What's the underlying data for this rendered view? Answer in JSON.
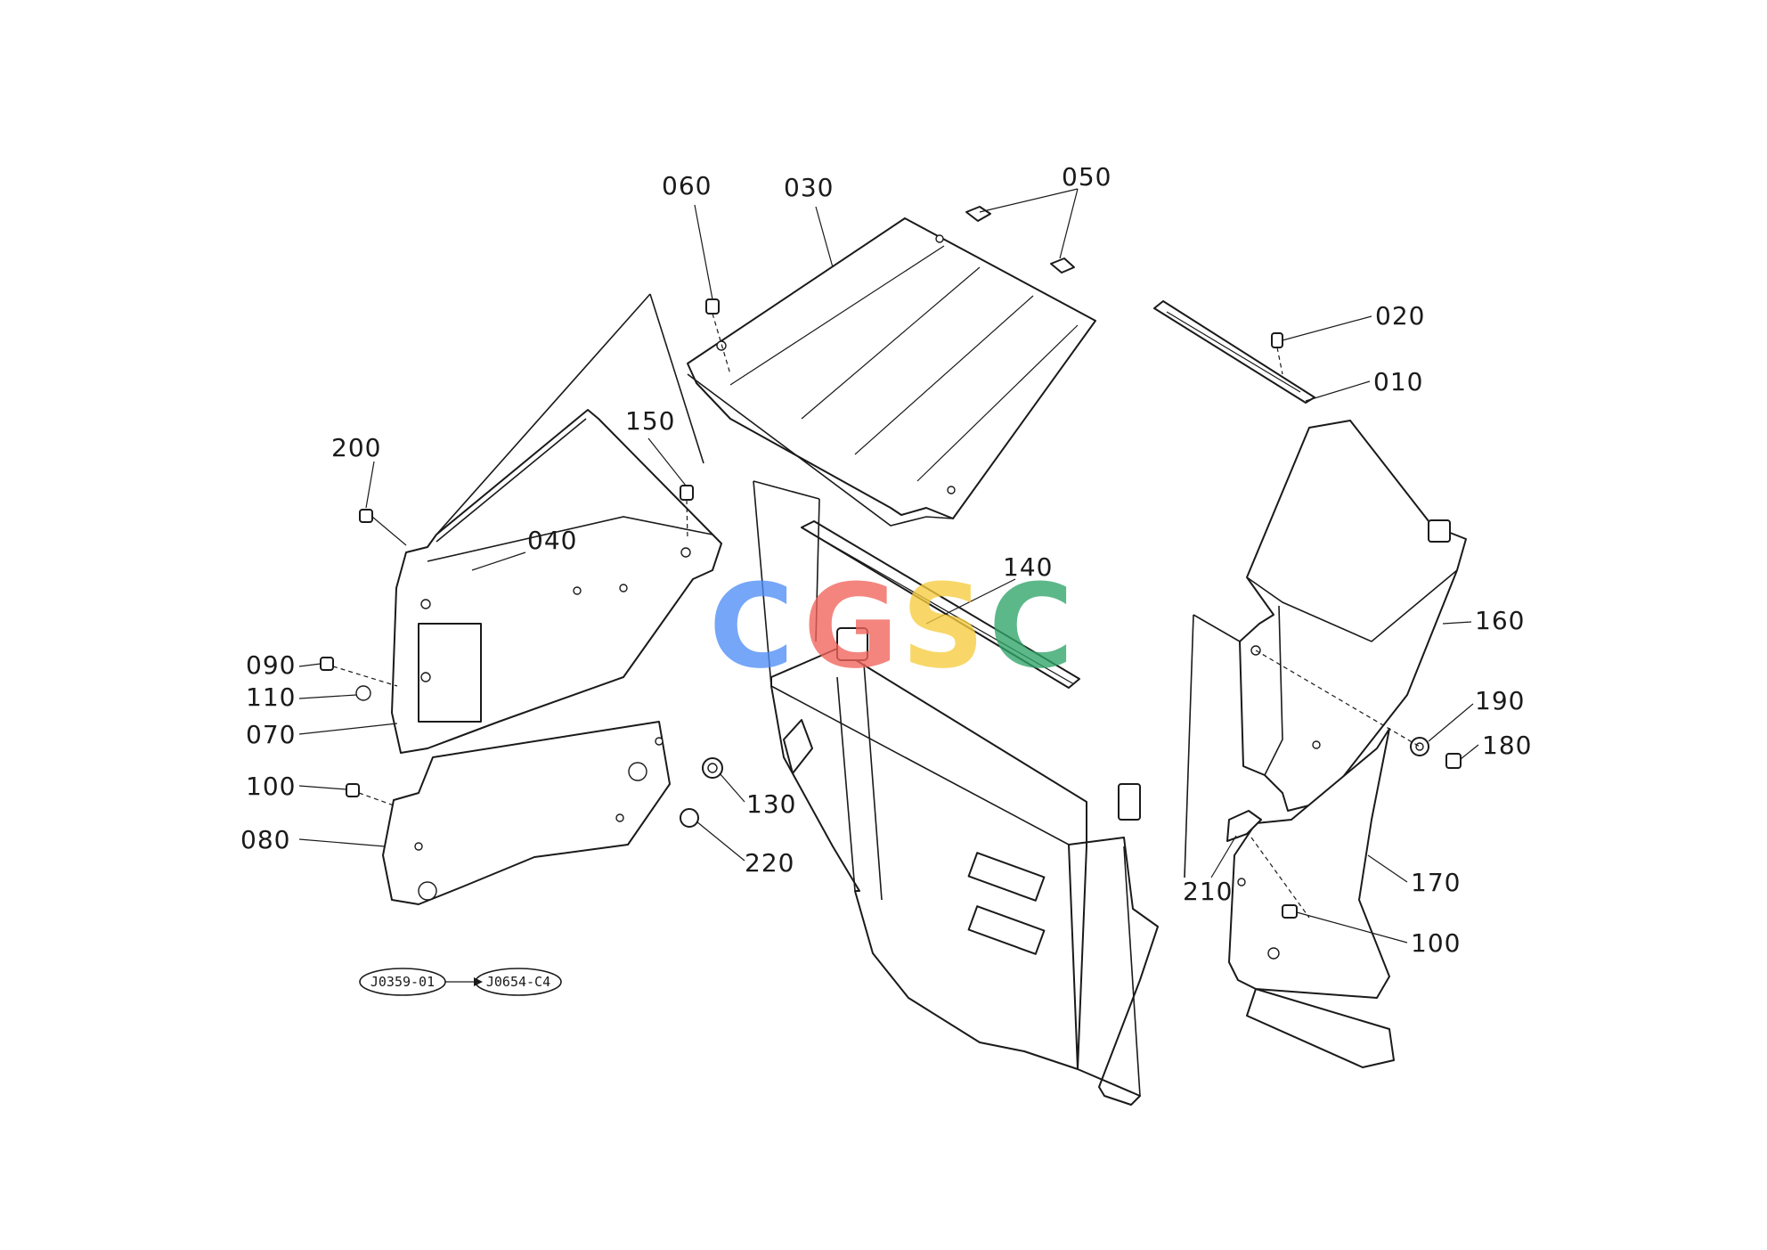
{
  "part_labels": [
    {
      "id": "060",
      "text": "060"
    },
    {
      "id": "030",
      "text": "030"
    },
    {
      "id": "050",
      "text": "050"
    },
    {
      "id": "020",
      "text": "020"
    },
    {
      "id": "010",
      "text": "010"
    },
    {
      "id": "200",
      "text": "200"
    },
    {
      "id": "150",
      "text": "150"
    },
    {
      "id": "040",
      "text": "040"
    },
    {
      "id": "140",
      "text": "140"
    },
    {
      "id": "160",
      "text": "160"
    },
    {
      "id": "090",
      "text": "090"
    },
    {
      "id": "110",
      "text": "110"
    },
    {
      "id": "070",
      "text": "070"
    },
    {
      "id": "190",
      "text": "190"
    },
    {
      "id": "180",
      "text": "180"
    },
    {
      "id": "100a",
      "text": "100"
    },
    {
      "id": "130",
      "text": "130"
    },
    {
      "id": "080",
      "text": "080"
    },
    {
      "id": "220",
      "text": "220"
    },
    {
      "id": "210",
      "text": "210"
    },
    {
      "id": "170",
      "text": "170"
    },
    {
      "id": "100b",
      "text": "100"
    }
  ],
  "reference_codes": [
    {
      "id": "from",
      "text": "J0359-01"
    },
    {
      "id": "to",
      "text": "J0654-C4"
    }
  ],
  "watermark": {
    "letters": [
      "C",
      "G",
      "S",
      "C"
    ],
    "colors": [
      "#4f8ef7",
      "#f0635a",
      "#f7cc3e",
      "#2fa568"
    ]
  }
}
